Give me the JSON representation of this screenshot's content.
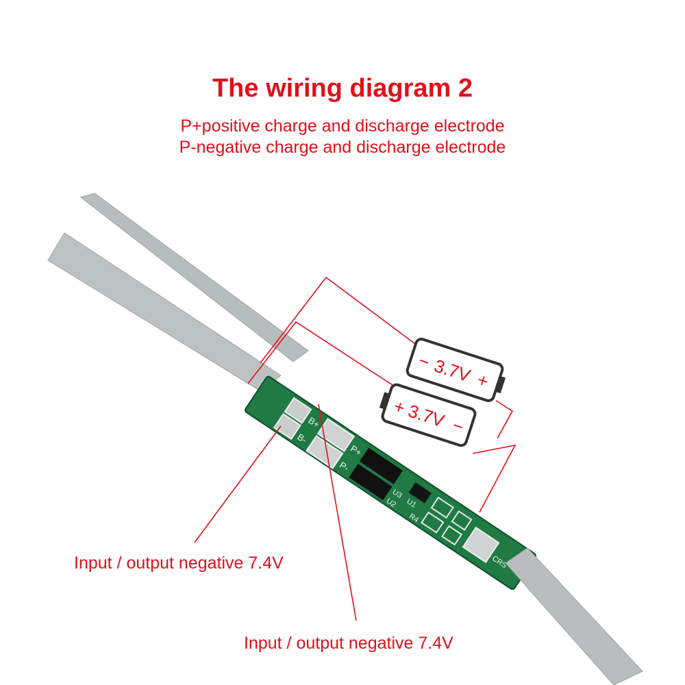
{
  "header": {
    "title": "The wiring diagram 2",
    "line1": "P+positive charge and discharge electrode",
    "line2": "P-negative charge and discharge electrode"
  },
  "batteries": [
    {
      "left_sign": "−",
      "voltage": "3.7V",
      "right_sign": "+"
    },
    {
      "left_sign": "+",
      "voltage": "3.7V",
      "right_sign": "−"
    }
  ],
  "board_labels": {
    "b_plus": "B+",
    "b_minus": "B-",
    "p_plus": "P+",
    "p_minus": "P-",
    "u1": "U1",
    "u2": "U2",
    "u3": "U3",
    "r4": "R4",
    "crs": "CRS"
  },
  "callouts": {
    "left": "Input / output negative 7.4V",
    "bottom": "Input / output negative 7.4V"
  },
  "colors": {
    "accent_red": "#e0101a",
    "pcb_green": "#1f7a44",
    "nickel_strip": "#b9bdbd"
  }
}
